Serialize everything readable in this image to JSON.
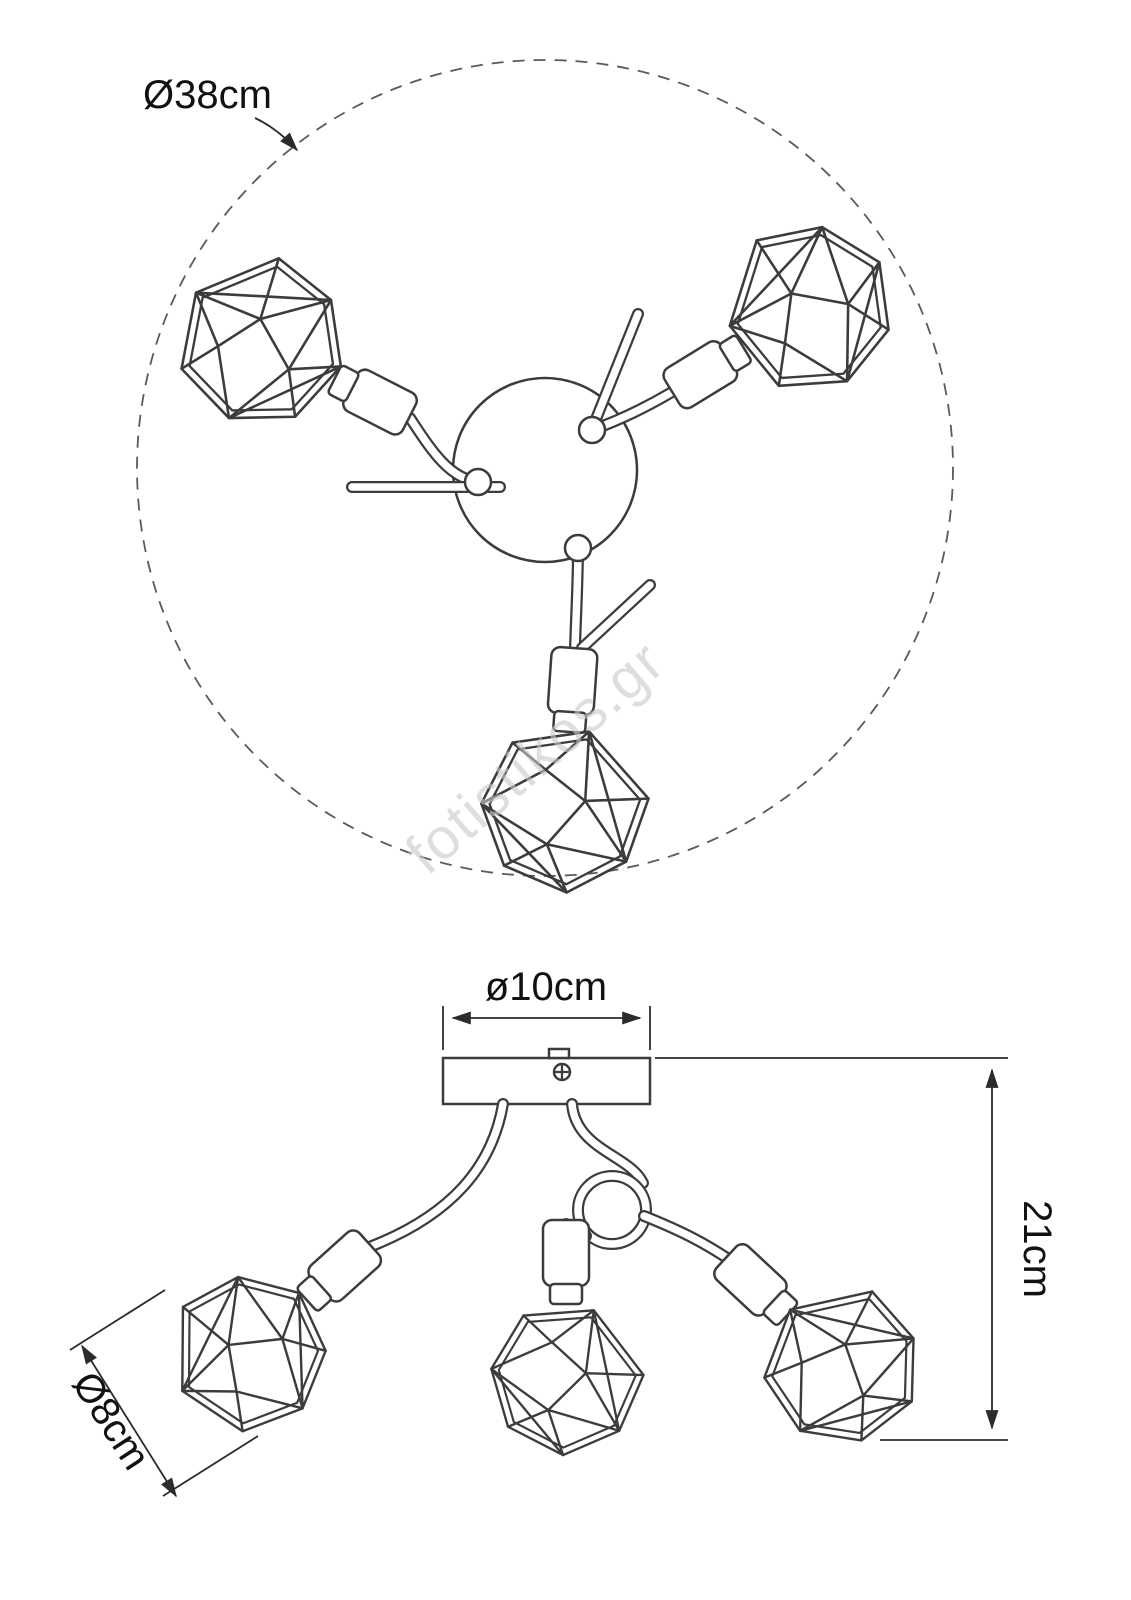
{
  "watermark": {
    "text": "fotistikos.gr"
  },
  "top_view": {
    "overall_diameter_label": "Ø38cm"
  },
  "side_view": {
    "canopy_diameter_label": "ø10cm",
    "height_label": "21cm",
    "shade_diameter_label": "Ø8cm"
  }
}
